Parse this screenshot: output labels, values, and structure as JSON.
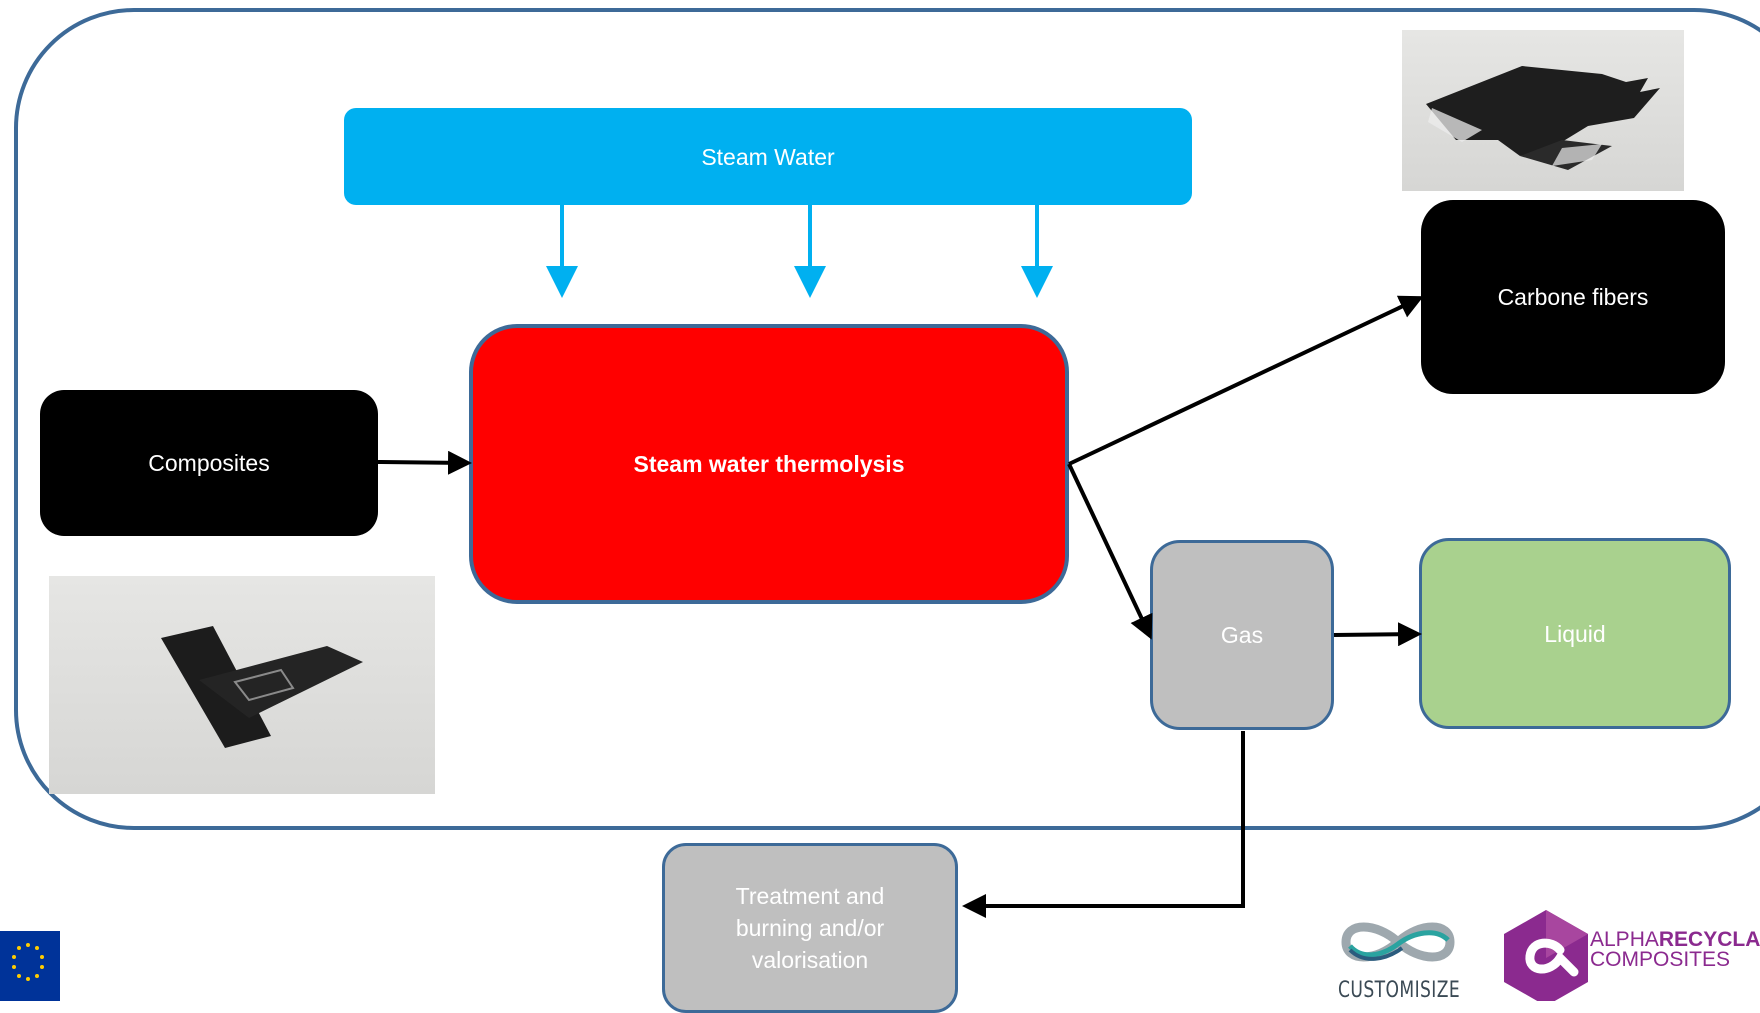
{
  "diagram": {
    "steam_water": "Steam Water",
    "composites": "Composites",
    "thermolysis": "Steam water thermolysis",
    "carbon_fibers": "Carbone fibers",
    "gas": "Gas",
    "liquid": "Liquid",
    "treatment": "Treatment and burning  and/or valorisation"
  },
  "logos": {
    "customsize": "CUSTOMISIZE",
    "alpha_part1": "ALPHA",
    "alpha_part2": "RECYCLA",
    "alpha_line2": "COMPOSITES"
  },
  "colors": {
    "frame": "#3d6a98",
    "steam": "#00b0f0",
    "thermolysis": "#ff0000",
    "gas": "#bfbfbf",
    "liquid": "#a9d18e",
    "alpha_brand": "#8b2a8f"
  }
}
